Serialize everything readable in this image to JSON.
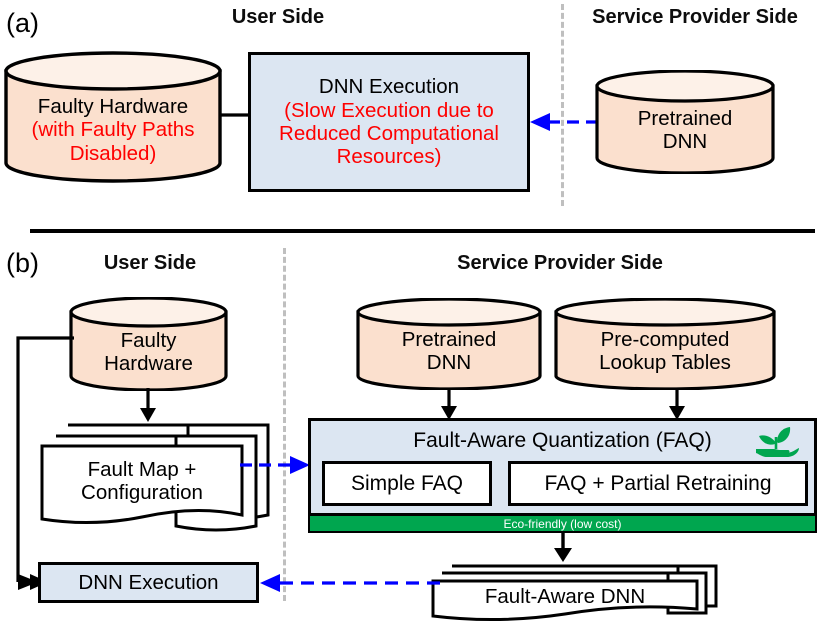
{
  "figure": {
    "panel_a": {
      "letter": "(a)",
      "titles": {
        "user": "User Side",
        "provider": "Service Provider Side"
      },
      "faulty_hardware": {
        "line1": "Faulty Hardware",
        "line2": "(with Faulty Paths",
        "line3": "Disabled)"
      },
      "dnn_execution": {
        "line1": "DNN Execution",
        "line2": "(Slow Execution due to",
        "line3": "Reduced Computational",
        "line4": "Resources)"
      },
      "pretrained_dnn": {
        "line1": "Pretrained",
        "line2": "DNN"
      }
    },
    "panel_b": {
      "letter": "(b)",
      "titles": {
        "user": "User Side",
        "provider": "Service Provider Side"
      },
      "faulty_hardware": {
        "line1": "Faulty",
        "line2": "Hardware"
      },
      "fault_map": {
        "line1": "Fault Map +",
        "line2": "Configuration"
      },
      "dnn_execution": {
        "line1": "DNN Execution"
      },
      "pretrained_dnn": {
        "line1": "Pretrained",
        "line2": "DNN"
      },
      "lookup_tables": {
        "line1": "Pre-computed",
        "line2": "Lookup Tables"
      },
      "faq_block": {
        "title": "Fault-Aware Quantization (FAQ)",
        "option_simple": "Simple FAQ",
        "option_retrain": "FAQ + Partial Retraining",
        "eco_banner": "Eco-friendly (low cost)",
        "eco_icon": "hand-holding-seedling-icon"
      },
      "fault_aware_dnn": {
        "line1": "Fault-Aware DNN"
      }
    }
  },
  "colors": {
    "cylinder_fill": "#fbe0ce",
    "cylinder_top_fill": "#fdf1e8",
    "process_fill": "#dce6f2",
    "eco_green": "#00a64f",
    "accent_red": "#ff0000",
    "dashed_blue": "#0000ff",
    "divider_gray": "#bfbfbf",
    "stroke": "#000000"
  }
}
